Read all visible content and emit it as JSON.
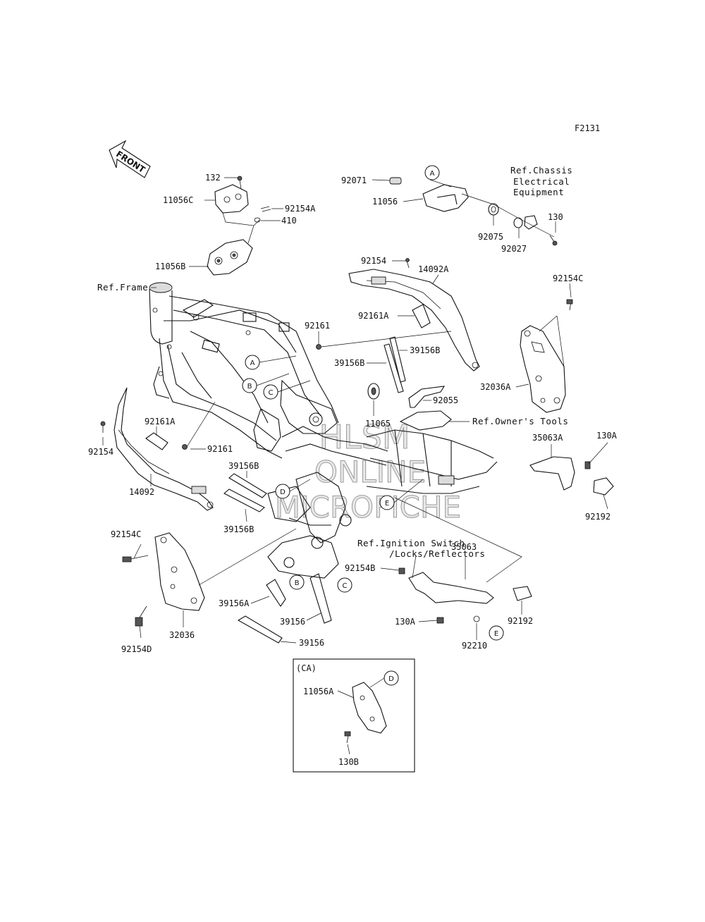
{
  "diagram_code": "F2131",
  "front_arrow_label": "FRONT",
  "watermark": [
    "HLSM",
    "ONLINE",
    "MICROFICHE"
  ],
  "refs": {
    "chassis_line1": "Ref.Chassis",
    "chassis_line2": "Electrical",
    "chassis_line3": "Equipment",
    "frame": "Ref.Frame",
    "owners_tools": "Ref.Owner's Tools",
    "ignition_line1": "Ref.Ignition Switch",
    "ignition_line2": "/Locks/Reflectors"
  },
  "inset_label": "(CA)",
  "callouts": [
    "A",
    "B",
    "C",
    "D",
    "E"
  ],
  "parts": {
    "p132": "132",
    "p11056C": "11056C",
    "p92154A": "92154A",
    "p410": "410",
    "p11056B": "11056B",
    "p92071": "92071",
    "p11056": "11056",
    "p92075": "92075",
    "p92027": "92027",
    "p130": "130",
    "p92154_top": "92154",
    "p14092A": "14092A",
    "p92161A_top": "92161A",
    "p92161_top": "92161",
    "p39156B_r1": "39156B",
    "p39156B_r2": "39156B",
    "p92154C_top": "92154C",
    "p32036A": "32036A",
    "p92055": "92055",
    "p11065": "11065",
    "p92161A_left": "92161A",
    "p92154_left": "92154",
    "p92161_mid": "92161",
    "p14092": "14092",
    "p39156B_l1": "39156B",
    "p39156B_l2": "39156B",
    "p35063A": "35063A",
    "p130A_right": "130A",
    "p92192_right": "92192",
    "p92154C_left": "92154C",
    "p92154D": "92154D",
    "p32036": "32036",
    "p39156A": "39156A",
    "p39156_mid": "39156",
    "p39156_low": "39156",
    "p92154B": "92154B",
    "p35063": "35063",
    "p130A_low": "130A",
    "p92210": "92210",
    "p92192_low": "92192",
    "p11056A": "11056A",
    "p130B": "130B"
  }
}
